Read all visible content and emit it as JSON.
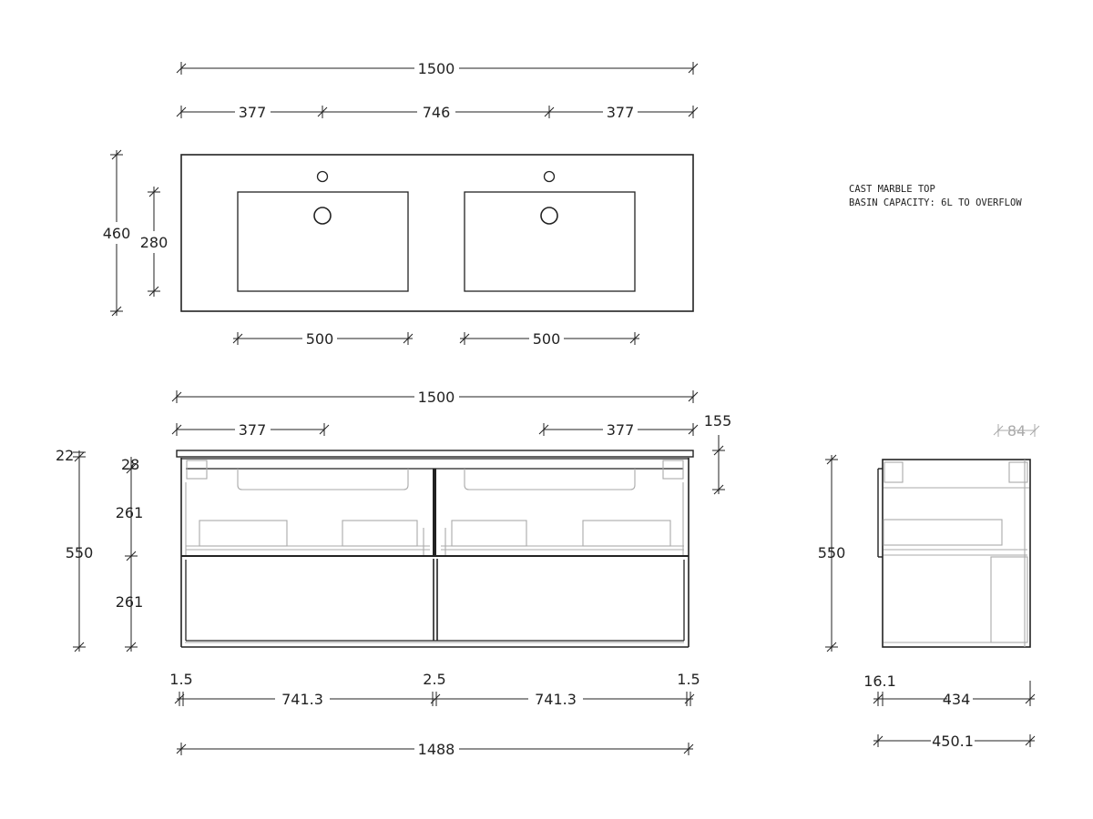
{
  "notes": {
    "line1": "CAST MARBLE TOP",
    "line2": "BASIN CAPACITY: 6L TO OVERFLOW"
  },
  "top_view": {
    "overall_width": "1500",
    "left_offset": "377",
    "centre_spacing": "746",
    "right_offset": "377",
    "depth": "460",
    "basin_depth": "280",
    "basin_left_width": "500",
    "basin_right_width": "500"
  },
  "front_view": {
    "overall_width": "1500",
    "left_offset": "377",
    "right_offset": "377",
    "top_thickness": "155",
    "top_gap": "22",
    "drawer_gap": "28",
    "upper_drawer": "261",
    "lower_drawer": "261",
    "height": "550",
    "left_panel": "1.5",
    "centre_panel": "2.5",
    "right_panel": "1.5",
    "left_drawer_width": "741.3",
    "right_drawer_width": "741.3",
    "cabinet_width": "1488"
  },
  "side_view": {
    "top_overhang": "84",
    "height": "550",
    "front_thickness": "16.1",
    "carcass_depth": "434",
    "total_depth": "450.1"
  },
  "colors": {
    "line": "#222222",
    "faint": "#aaaaaa"
  }
}
